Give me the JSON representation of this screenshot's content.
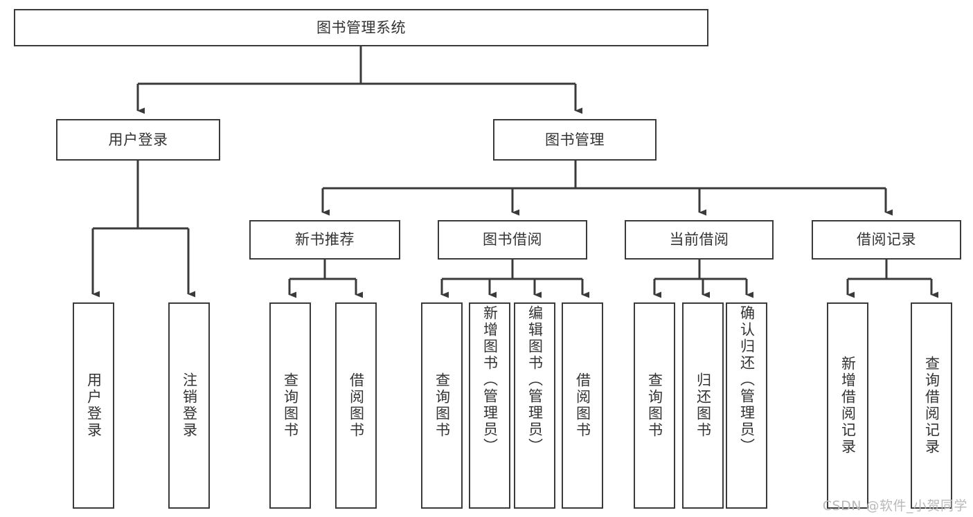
{
  "diagram": {
    "title": "图书管理系统",
    "type": "tree-hierarchy",
    "style": {
      "box_border_color": "#3a3a3a",
      "box_fill_color": "#ffffff",
      "connector_color": "#3a3a3a",
      "text_color": "#333333",
      "background_color": "#ffffff",
      "watermark_color": "#b9b9b9"
    },
    "root": {
      "label": "图书管理系统"
    },
    "level2": [
      {
        "label": "用户登录"
      },
      {
        "label": "图书管理"
      }
    ],
    "level3": [
      {
        "label": "新书推荐"
      },
      {
        "label": "图书借阅"
      },
      {
        "label": "当前借阅"
      },
      {
        "label": "借阅记录"
      }
    ],
    "leaves": {
      "user_login": [
        {
          "label": "用户登录"
        },
        {
          "label": "注销登录"
        }
      ],
      "new_book_recommend": [
        {
          "label": "查询图书"
        },
        {
          "label": "借阅图书"
        }
      ],
      "book_borrow": [
        {
          "label": "查询图书"
        },
        {
          "label": "新增图书（管理员）"
        },
        {
          "label": "编辑图书（管理员）"
        },
        {
          "label": "借阅图书"
        }
      ],
      "current_borrow": [
        {
          "label": "查询图书"
        },
        {
          "label": "归还图书"
        },
        {
          "label": "确认归还（管理员）"
        }
      ],
      "borrow_record": [
        {
          "label": "新增借阅记录"
        },
        {
          "label": "查询借阅记录"
        }
      ]
    },
    "watermark": "CSDN @软件_小贺同学"
  }
}
